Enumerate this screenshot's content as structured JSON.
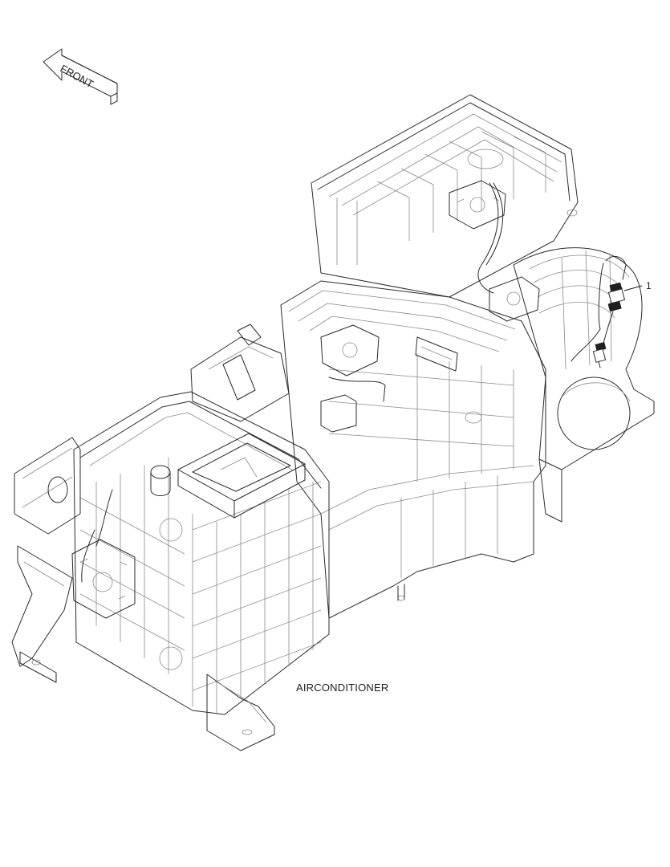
{
  "orientation_label": "FRONT",
  "caption": "AIRCONDITIONER",
  "callouts": [
    {
      "number": "1"
    }
  ]
}
